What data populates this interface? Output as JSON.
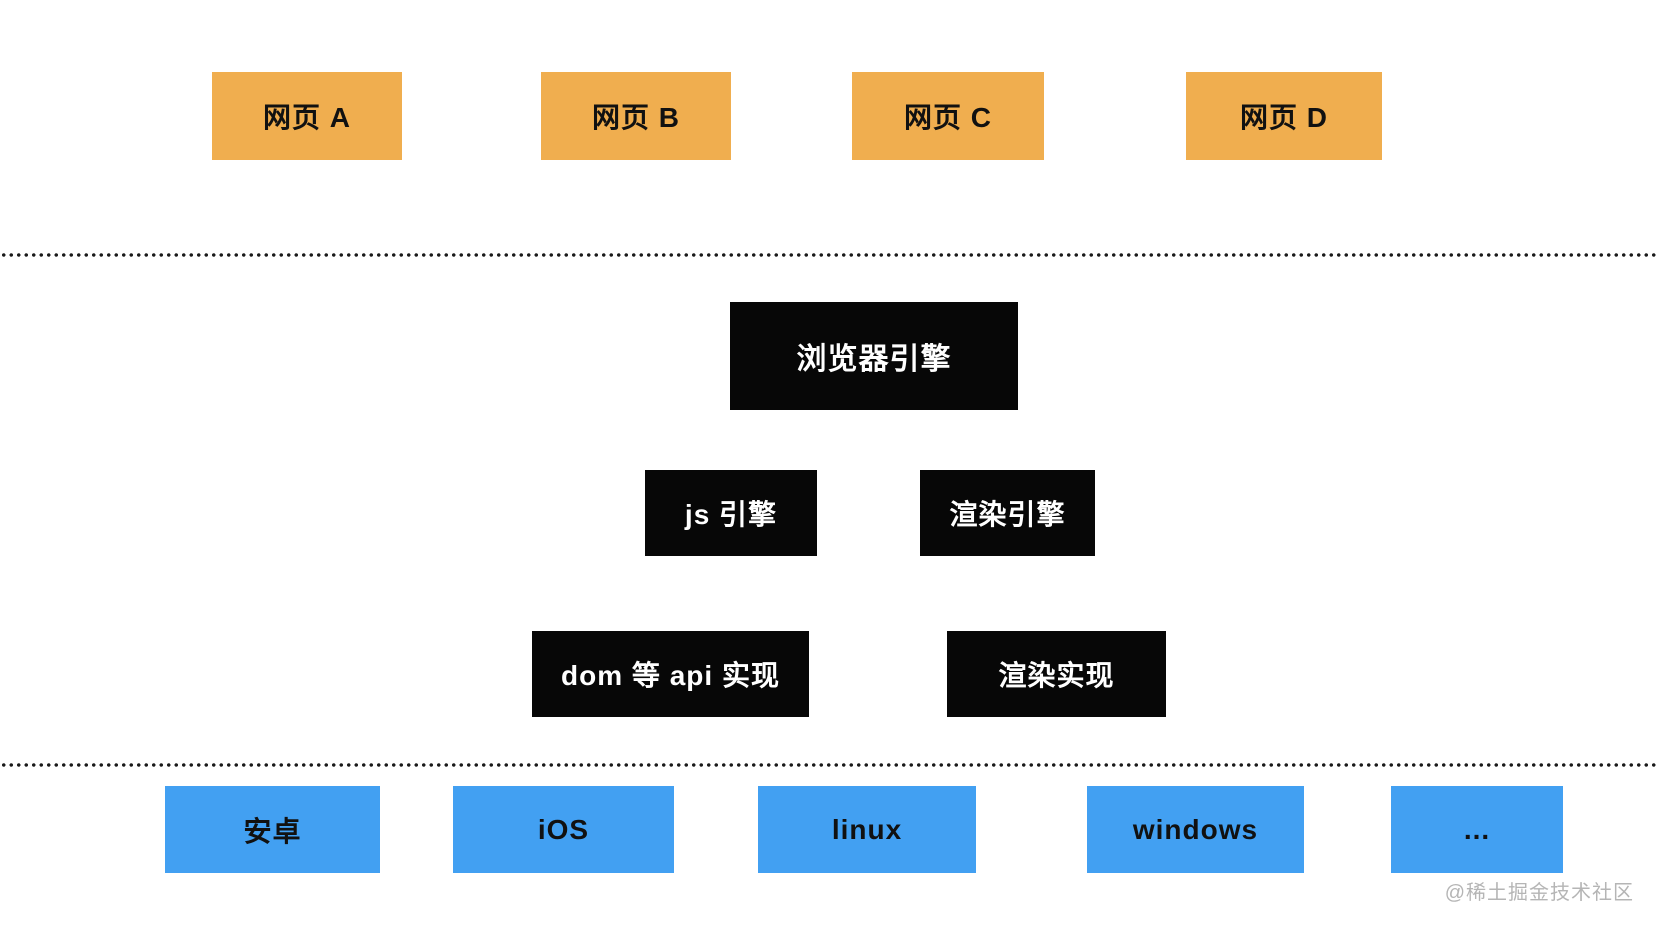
{
  "diagram": {
    "web_pages": [
      {
        "label": "网页 A"
      },
      {
        "label": "网页 B"
      },
      {
        "label": "网页 C"
      },
      {
        "label": "网页 D"
      }
    ],
    "browser_engine_label": "浏览器引擎",
    "engines": [
      {
        "label": "js 引擎"
      },
      {
        "label": "渲染引擎"
      }
    ],
    "implementations": [
      {
        "label": "dom 等 api 实现"
      },
      {
        "label": "渲染实现"
      }
    ],
    "platforms": [
      {
        "label": "安卓"
      },
      {
        "label": "iOS"
      },
      {
        "label": "linux"
      },
      {
        "label": "windows"
      },
      {
        "label": "..."
      }
    ],
    "watermark": "@稀土掘金技术社区",
    "colors": {
      "background": "#ffffff",
      "webpage_fill": "#f0ae4f",
      "engine_fill": "#070707",
      "engine_text": "#ffffff",
      "platform_fill": "#42a0f2",
      "label_text": "#111111",
      "separator_dot": "#1a1a1a",
      "watermark_text": "#b5b5b5"
    }
  }
}
